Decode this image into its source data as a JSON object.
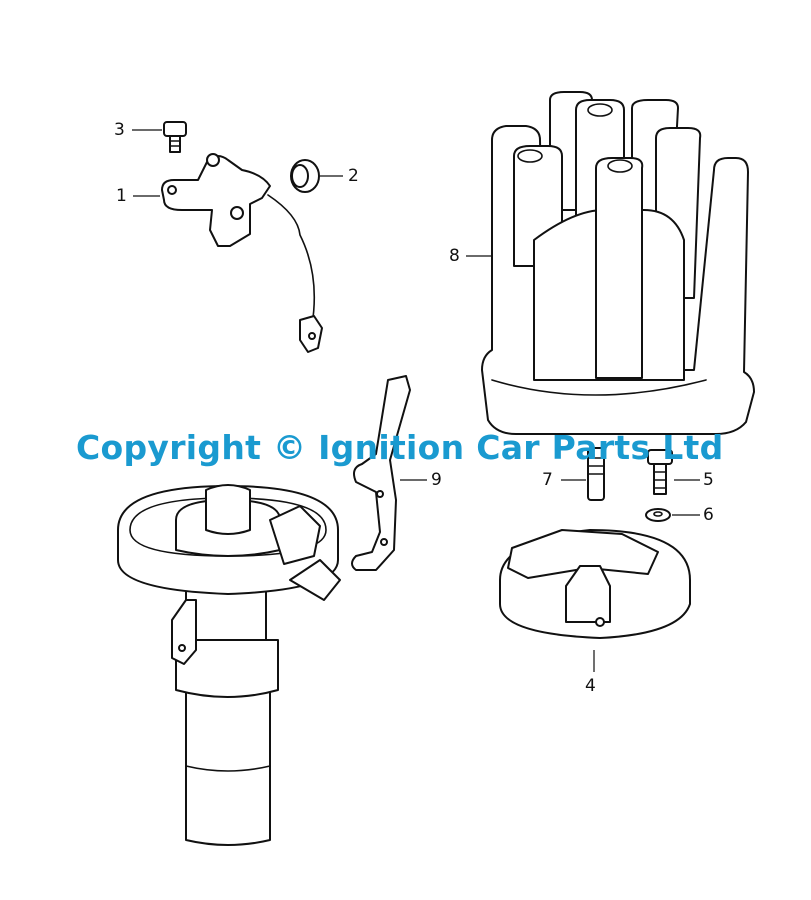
{
  "diagram": {
    "watermark": "Copyright © Ignition Car Parts Ltd",
    "watermark_color": "#1a9ad0",
    "callouts": [
      "1",
      "2",
      "3",
      "4",
      "5",
      "6",
      "7",
      "8",
      "9"
    ]
  }
}
